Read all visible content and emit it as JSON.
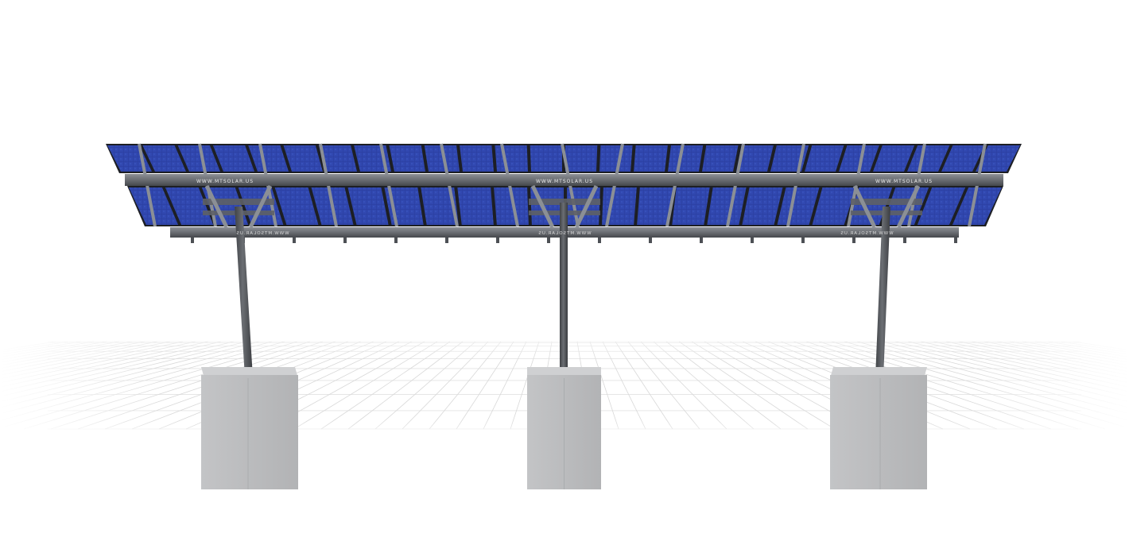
{
  "scene": {
    "subject": "ground-mount-solar-array",
    "label_text_front": "WWW.MTSOLAR.US",
    "label_text_rear_mirrored": "WWW.MTSOLAR.US",
    "colors": {
      "background": "#ffffff",
      "panel_cell": "#2a3f9e",
      "panel_cell_light": "#3a55bd",
      "panel_frame": "#1d1f24",
      "steel": "#5e6166",
      "steel_light": "#8b8f95",
      "concrete": "#b9babc",
      "concrete_dark": "#9c9d9f",
      "grid_line": "#d8d8d8"
    },
    "counts": {
      "support_posts": 3,
      "panel_rows": 2
    }
  }
}
